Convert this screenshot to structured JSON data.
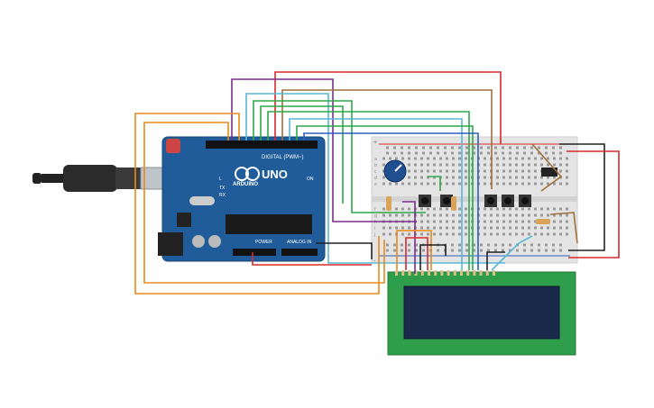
{
  "arduino": {
    "brand": "ARDUINO",
    "model": "UNO",
    "digital_header": "DIGITAL (PWM~)",
    "power_header": "POWER",
    "analog_header": "ANALOG IN",
    "on_label": "ON",
    "tx_label": "TX",
    "rx_label": "RX",
    "l_label": "L"
  },
  "breadboard": {
    "row_letters": [
      "a",
      "b",
      "c",
      "d",
      "e",
      "f",
      "g",
      "h",
      "i",
      "j"
    ],
    "plus": "+",
    "minus": "-"
  },
  "colors": {
    "board": "#1f5c99",
    "breadboard": "#e4e4e4",
    "lcd_pcb": "#2e9e4a",
    "lcd_screen": "#1b2a4a",
    "wire_red": "#d62a2a",
    "wire_orange": "#e88a1c",
    "wire_purple": "#7a2e8c",
    "wire_green": "#2fa84a",
    "wire_cyan": "#58b7d6",
    "wire_brown": "#a0703c",
    "wire_black": "#222222",
    "wire_blue": "#2f5fbf"
  }
}
